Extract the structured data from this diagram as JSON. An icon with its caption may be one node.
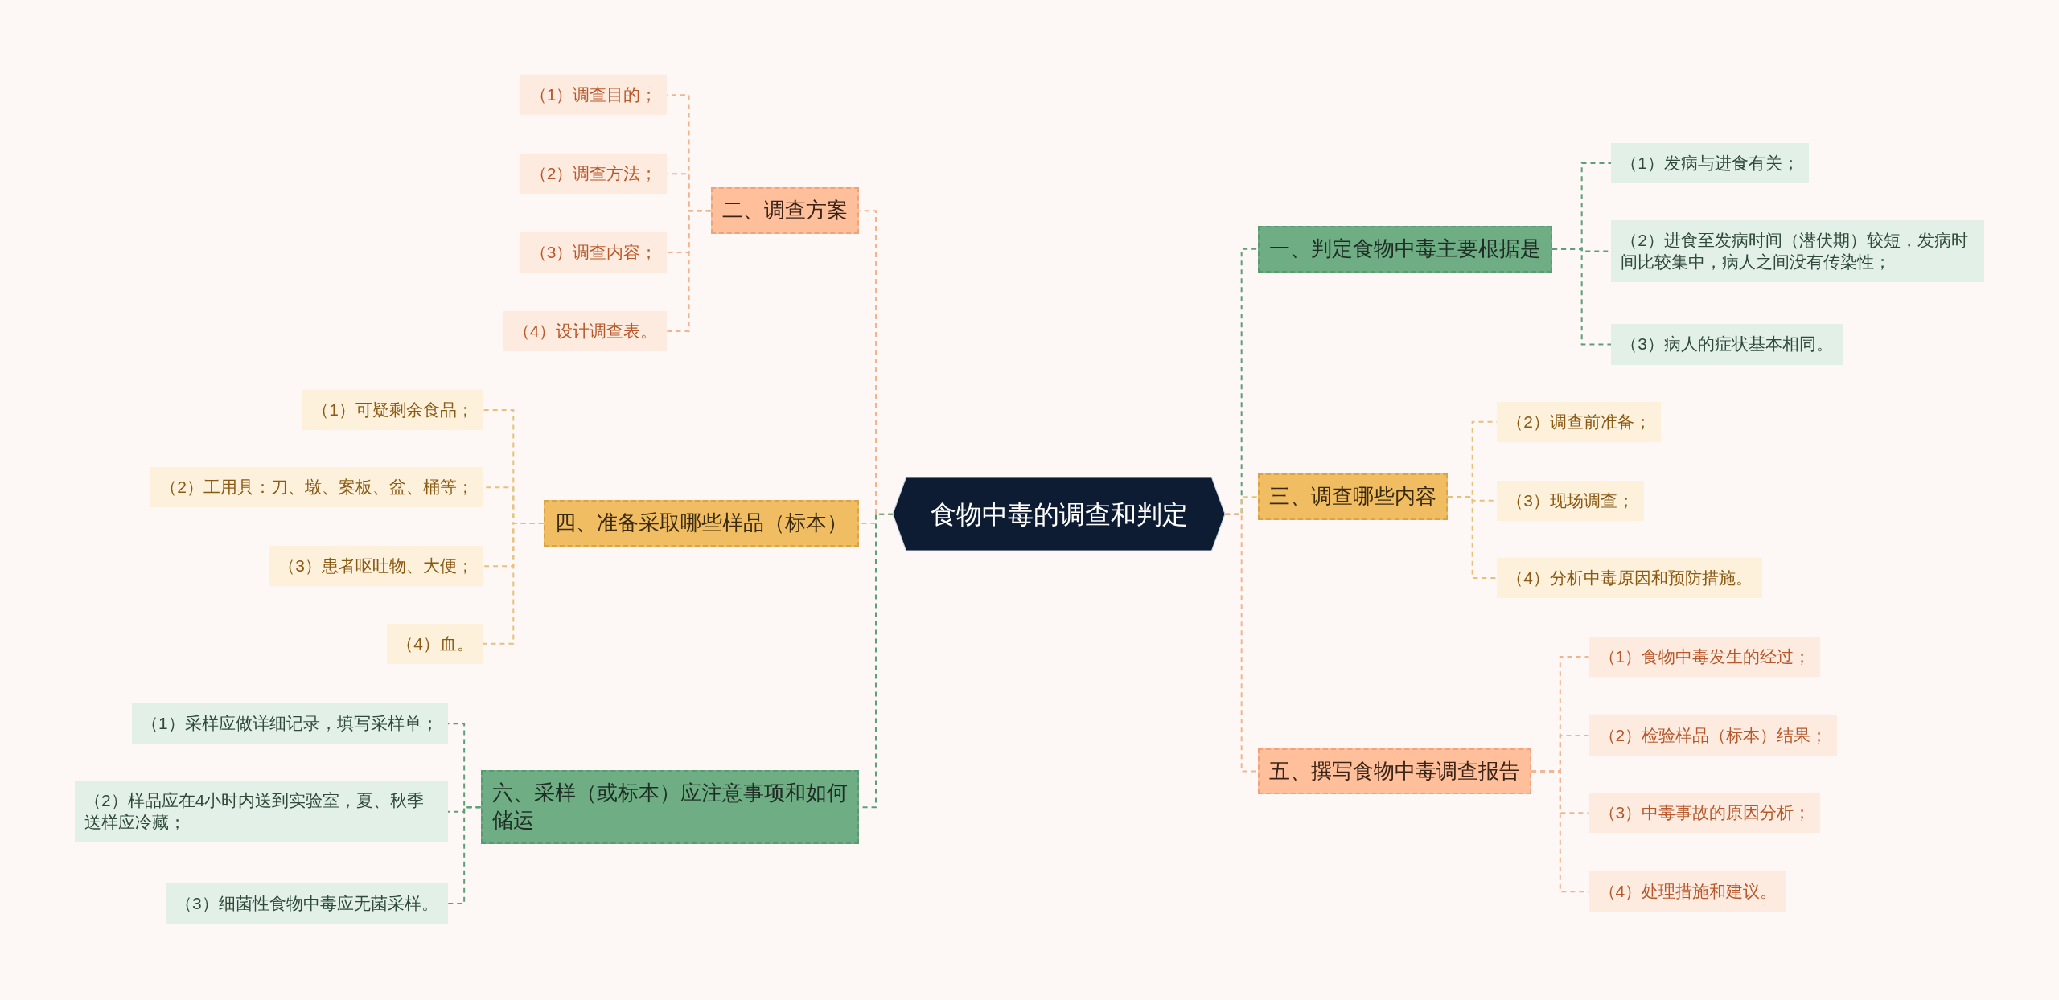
{
  "diagram": {
    "nodes": [
      {
        "text": [
          "食物中毒的调查和判定"
        ]
      },
      {
        "text": [
          "一、判定食物中毒主要根据是"
        ]
      },
      {
        "text": [
          "（1）发病与进食有关；"
        ]
      },
      {
        "text": [
          "（2）进食至发病时间（潜伏期）较短，发病时间比较集中，病人之间没有传染性；"
        ]
      },
      {
        "text": [
          "（3）病人的症状基本相同。"
        ]
      },
      {
        "text": [
          "二、调查方案"
        ]
      },
      {
        "text": [
          "（1）调查目的；"
        ]
      },
      {
        "text": [
          "（2）调查方法；"
        ]
      },
      {
        "text": [
          "（3）调查内容；"
        ]
      },
      {
        "text": [
          "（4）设计调查表。"
        ]
      },
      {
        "text": [
          "三、调查哪些内容"
        ]
      },
      {
        "text": [
          "（2）调查前准备；"
        ]
      },
      {
        "text": [
          "（3）现场调查；"
        ]
      },
      {
        "text": [
          "（4）分析中毒原因和预防措施。"
        ]
      },
      {
        "text": [
          "四、准备采取哪些样品（标本）"
        ]
      },
      {
        "text": [
          "（1）可疑剩余食品；"
        ]
      },
      {
        "text": [
          "（2）工用具：刀、墩、案板、盆、桶等；"
        ]
      },
      {
        "text": [
          "（3）患者呕吐物、大便；"
        ]
      },
      {
        "text": [
          "（4）血。"
        ]
      },
      {
        "text": [
          "五、撰写食物中毒调查报告"
        ]
      },
      {
        "text": [
          "（1）食物中毒发生的经过；"
        ]
      },
      {
        "text": [
          "（2）检验样品（标本）结果；"
        ]
      },
      {
        "text": [
          "（3）中毒事故的原因分析；"
        ]
      },
      {
        "text": [
          "（4）处理措施和建议。"
        ]
      },
      {
        "text": [
          "六、采样（或标本）应注意事项和如何储运"
        ]
      },
      {
        "text": [
          "（1）采样应做详细记录，填写采样单；"
        ]
      },
      {
        "text": [
          "（2）样品应在4小时内送到实验室，夏、秋季送样应冷藏；"
        ]
      },
      {
        "text": [
          "（3）细菌性食物中毒应无菌采样。"
        ]
      }
    ],
    "edges": [
      {
        "from": 0,
        "to": 1,
        "arrow": "none",
        "style": "dashed",
        "color": "#5e9e78"
      },
      {
        "from": 1,
        "to": 2,
        "arrow": "none",
        "style": "dashed",
        "color": "#5e9e78"
      },
      {
        "from": 1,
        "to": 3,
        "arrow": "none",
        "style": "dashed",
        "color": "#5e9e78"
      },
      {
        "from": 1,
        "to": 4,
        "arrow": "none",
        "style": "dashed",
        "color": "#5e9e78"
      },
      {
        "from": 0,
        "to": 5,
        "arrow": "none",
        "style": "dashed",
        "color": "#f2b48e"
      },
      {
        "from": 5,
        "to": 6,
        "arrow": "none",
        "style": "dashed",
        "color": "#f2b48e"
      },
      {
        "from": 5,
        "to": 7,
        "arrow": "none",
        "style": "dashed",
        "color": "#f2b48e"
      },
      {
        "from": 5,
        "to": 8,
        "arrow": "none",
        "style": "dashed",
        "color": "#f2b48e"
      },
      {
        "from": 5,
        "to": 9,
        "arrow": "none",
        "style": "dashed",
        "color": "#f2b48e"
      },
      {
        "from": 0,
        "to": 10,
        "arrow": "none",
        "style": "dashed",
        "color": "#e8c07a"
      },
      {
        "from": 10,
        "to": 11,
        "arrow": "none",
        "style": "dashed",
        "color": "#e8c07a"
      },
      {
        "from": 10,
        "to": 12,
        "arrow": "none",
        "style": "dashed",
        "color": "#e8c07a"
      },
      {
        "from": 10,
        "to": 13,
        "arrow": "none",
        "style": "dashed",
        "color": "#e8c07a"
      },
      {
        "from": 0,
        "to": 14,
        "arrow": "none",
        "style": "dashed",
        "color": "#e8c07a"
      },
      {
        "from": 14,
        "to": 15,
        "arrow": "none",
        "style": "dashed",
        "color": "#e8c07a"
      },
      {
        "from": 14,
        "to": 16,
        "arrow": "none",
        "style": "dashed",
        "color": "#e8c07a"
      },
      {
        "from": 14,
        "to": 17,
        "arrow": "none",
        "style": "dashed",
        "color": "#e8c07a"
      },
      {
        "from": 14,
        "to": 18,
        "arrow": "none",
        "style": "dashed",
        "color": "#e8c07a"
      },
      {
        "from": 0,
        "to": 19,
        "arrow": "none",
        "style": "dashed",
        "color": "#f2b48e"
      },
      {
        "from": 19,
        "to": 20,
        "arrow": "none",
        "style": "dashed",
        "color": "#f2b48e"
      },
      {
        "from": 19,
        "to": 21,
        "arrow": "none",
        "style": "dashed",
        "color": "#f2b48e"
      },
      {
        "from": 19,
        "to": 22,
        "arrow": "none",
        "style": "dashed",
        "color": "#f2b48e"
      },
      {
        "from": 19,
        "to": 23,
        "arrow": "none",
        "style": "dashed",
        "color": "#f2b48e"
      },
      {
        "from": 0,
        "to": 24,
        "arrow": "none",
        "style": "dashed",
        "color": "#5e9e78"
      },
      {
        "from": 24,
        "to": 25,
        "arrow": "none",
        "style": "dashed",
        "color": "#5e9e78"
      },
      {
        "from": 24,
        "to": 26,
        "arrow": "none",
        "style": "dashed",
        "color": "#5e9e78"
      },
      {
        "from": 24,
        "to": 27,
        "arrow": "none",
        "style": "dashed",
        "color": "#5e9e78"
      }
    ]
  }
}
